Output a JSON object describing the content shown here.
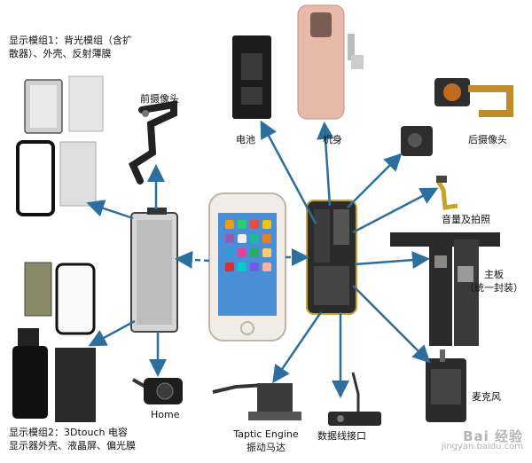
{
  "labels": {
    "display_module_1_line1": "显示模组1：背光模组（含扩",
    "display_module_1_line2": "散器）、外壳、反射薄膜",
    "front_camera": "前摄像头",
    "battery": "电池",
    "body": "机身",
    "rear_camera": "后摄像头",
    "volume_photo": "音量及拍照",
    "mainboard": "主板",
    "mainboard_sub": "（统一封装）",
    "microphone": "麦克风",
    "data_port": "数据线接口",
    "taptic_line1": "Taptic Engine",
    "taptic_line2": "振动马达",
    "home": "Home",
    "display_module_2_line1": "显示模组2：3Dtouch 电容",
    "display_module_2_line2": "显示器外壳、液晶屏、偏光膜"
  },
  "watermark": {
    "brand": "Bai 经验",
    "url": "jingyan.baidu.com"
  },
  "colors": {
    "arrow": "#2c6f9e",
    "phone_silver": "#d8d8d8",
    "phone_rose": "#e8b9a8",
    "board_dark": "#2b2b2b",
    "screen_blue": "#4a8fd6"
  }
}
